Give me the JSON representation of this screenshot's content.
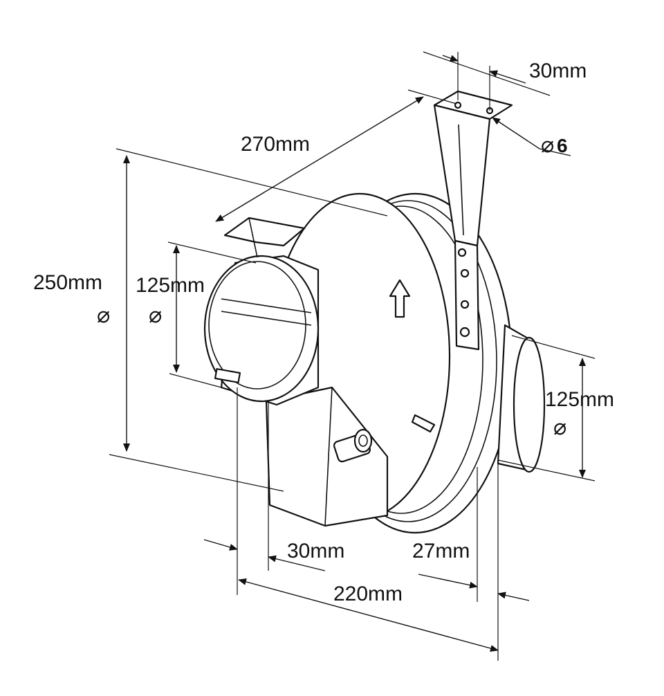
{
  "dimensions": {
    "bracket_width": "30mm",
    "hole_diameter": "6",
    "hole_symbol": "⌀",
    "overall_length": "270mm",
    "housing_diameter": "250mm",
    "inlet_diameter": "125mm",
    "outlet_diameter": "125mm",
    "front_spigot": "30mm",
    "rear_spigot": "27mm",
    "overall_depth": "220mm",
    "diameter_symbol": "⌀"
  }
}
